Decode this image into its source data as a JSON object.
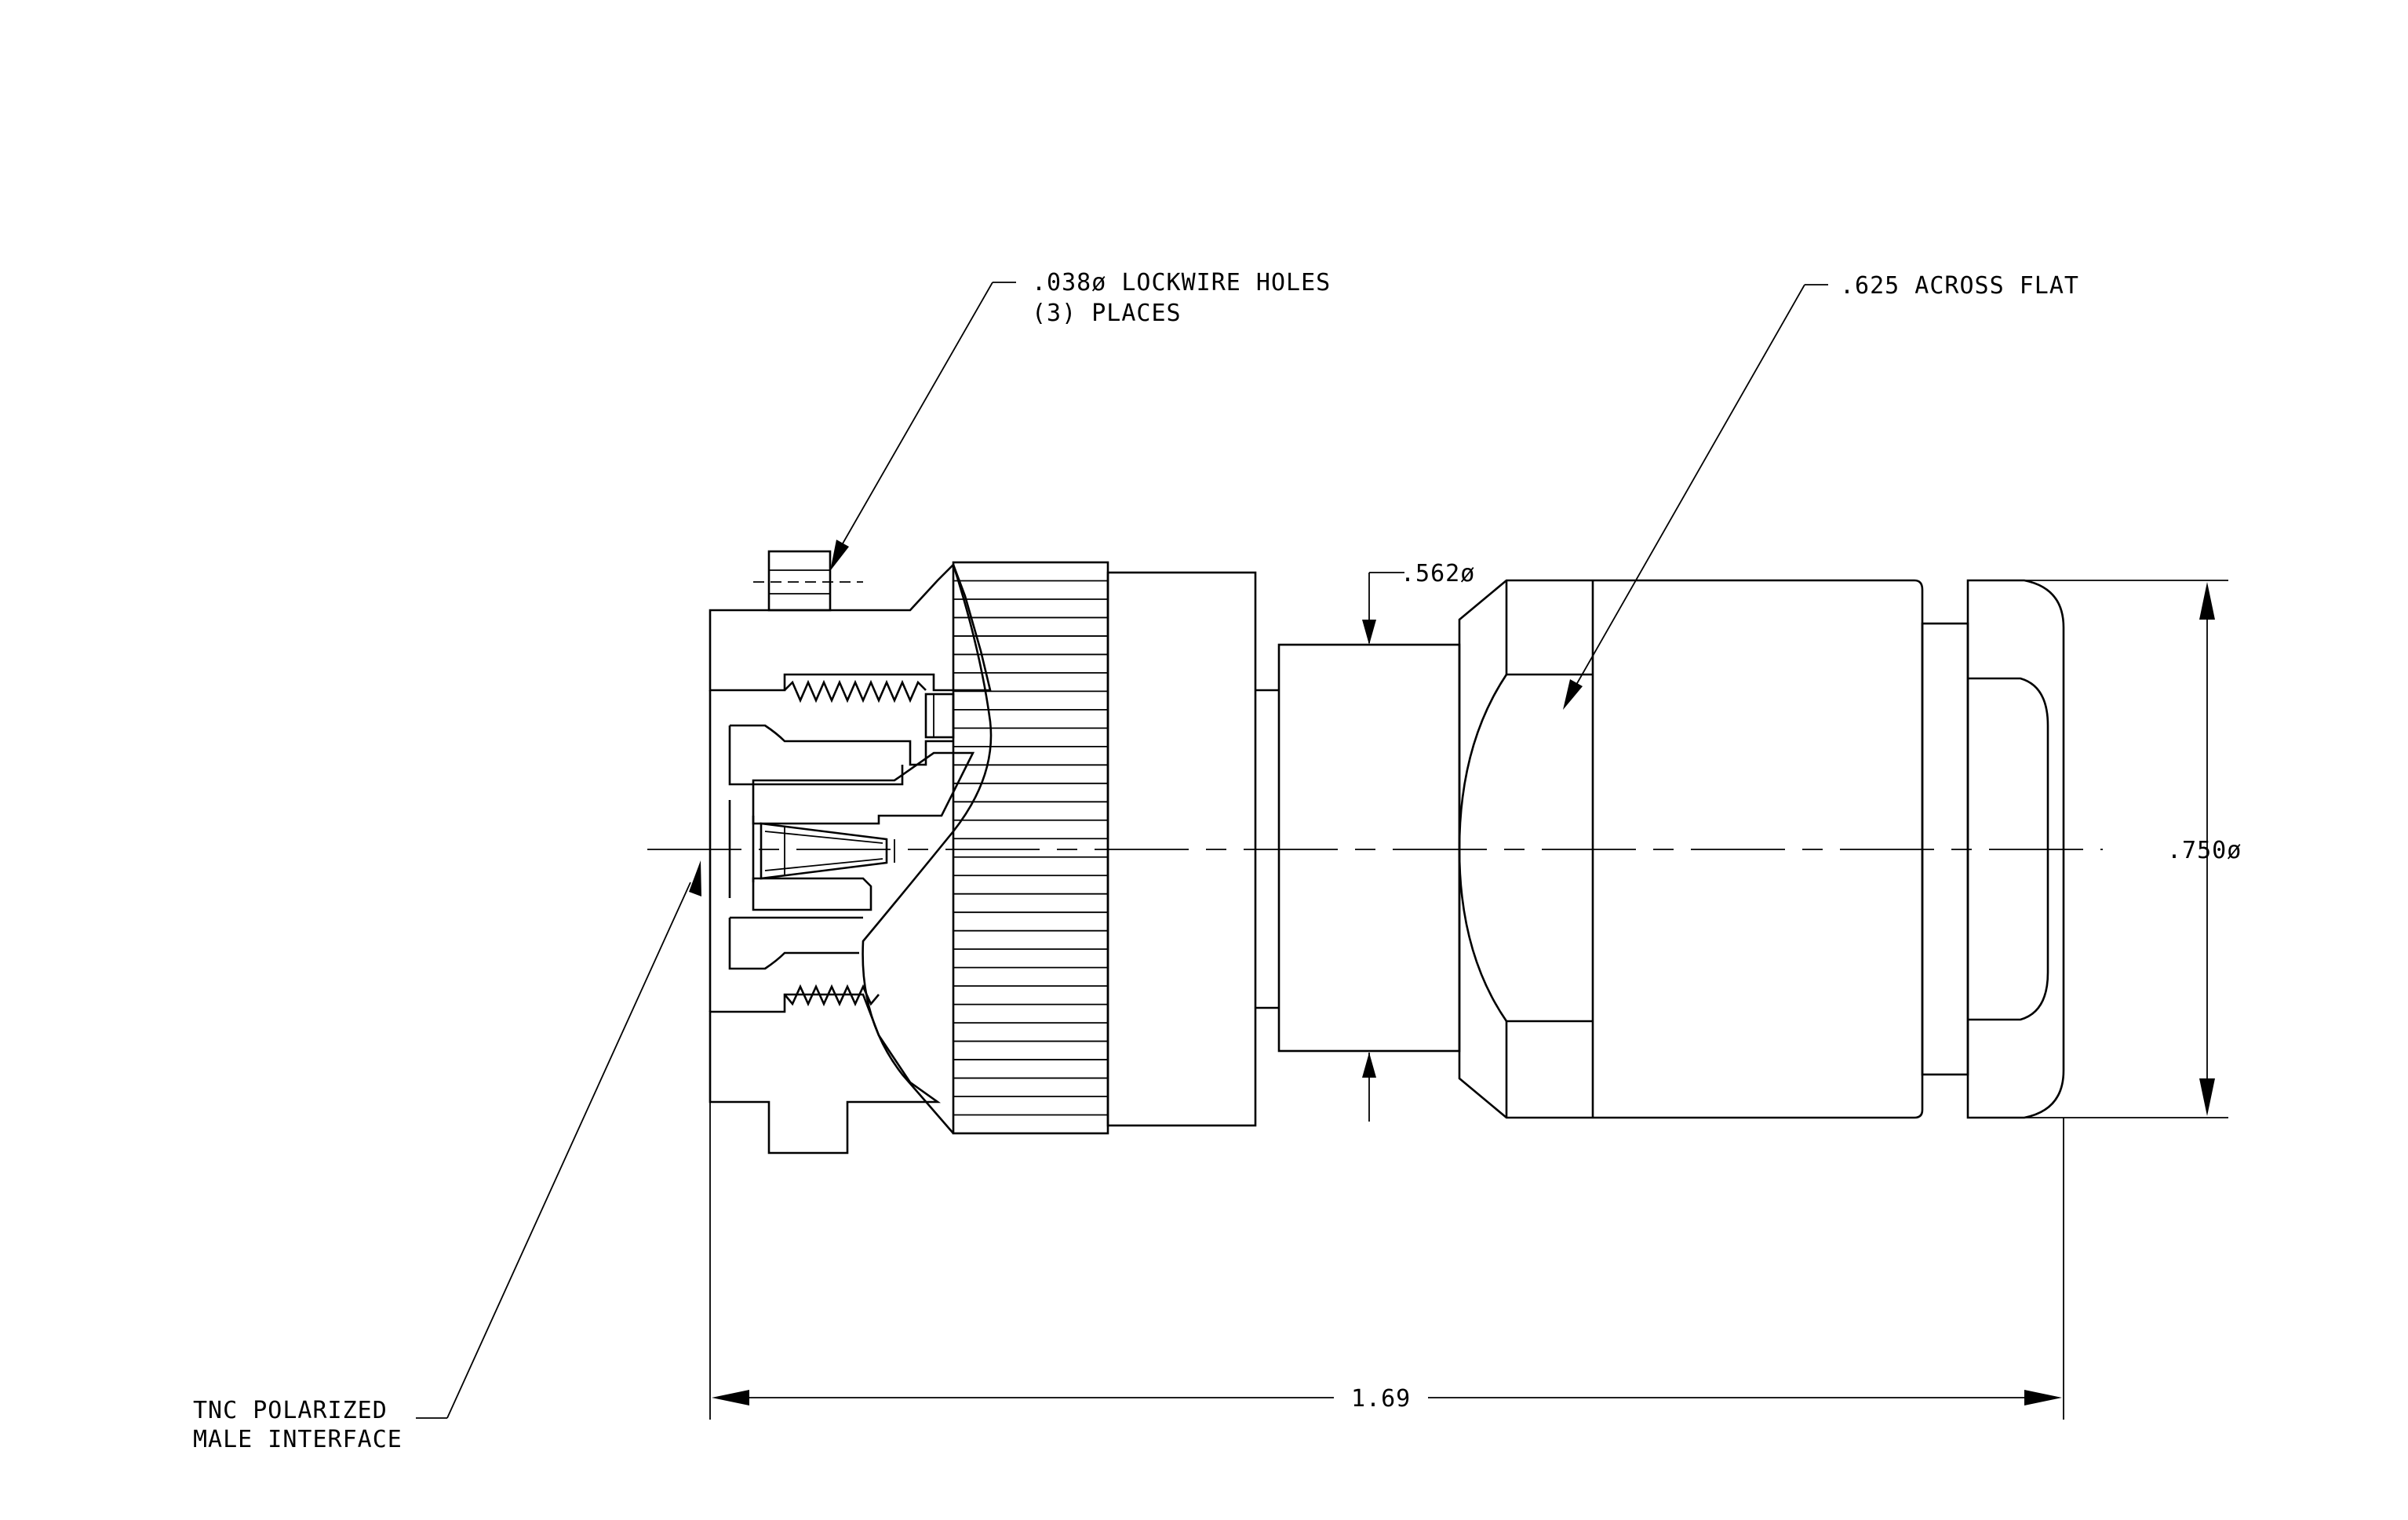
{
  "annotations": {
    "lockwire_line1": ".038ø LOCKWIRE HOLES",
    "lockwire_line2": "(3)  PLACES",
    "across_flat": ".625 ACROSS FLAT",
    "inner_diameter": ".562ø",
    "outer_diameter": ".750ø",
    "overall_length": "1.69",
    "interface_line1": "TNC POLARIZED",
    "interface_line2": "MALE INTERFACE"
  }
}
